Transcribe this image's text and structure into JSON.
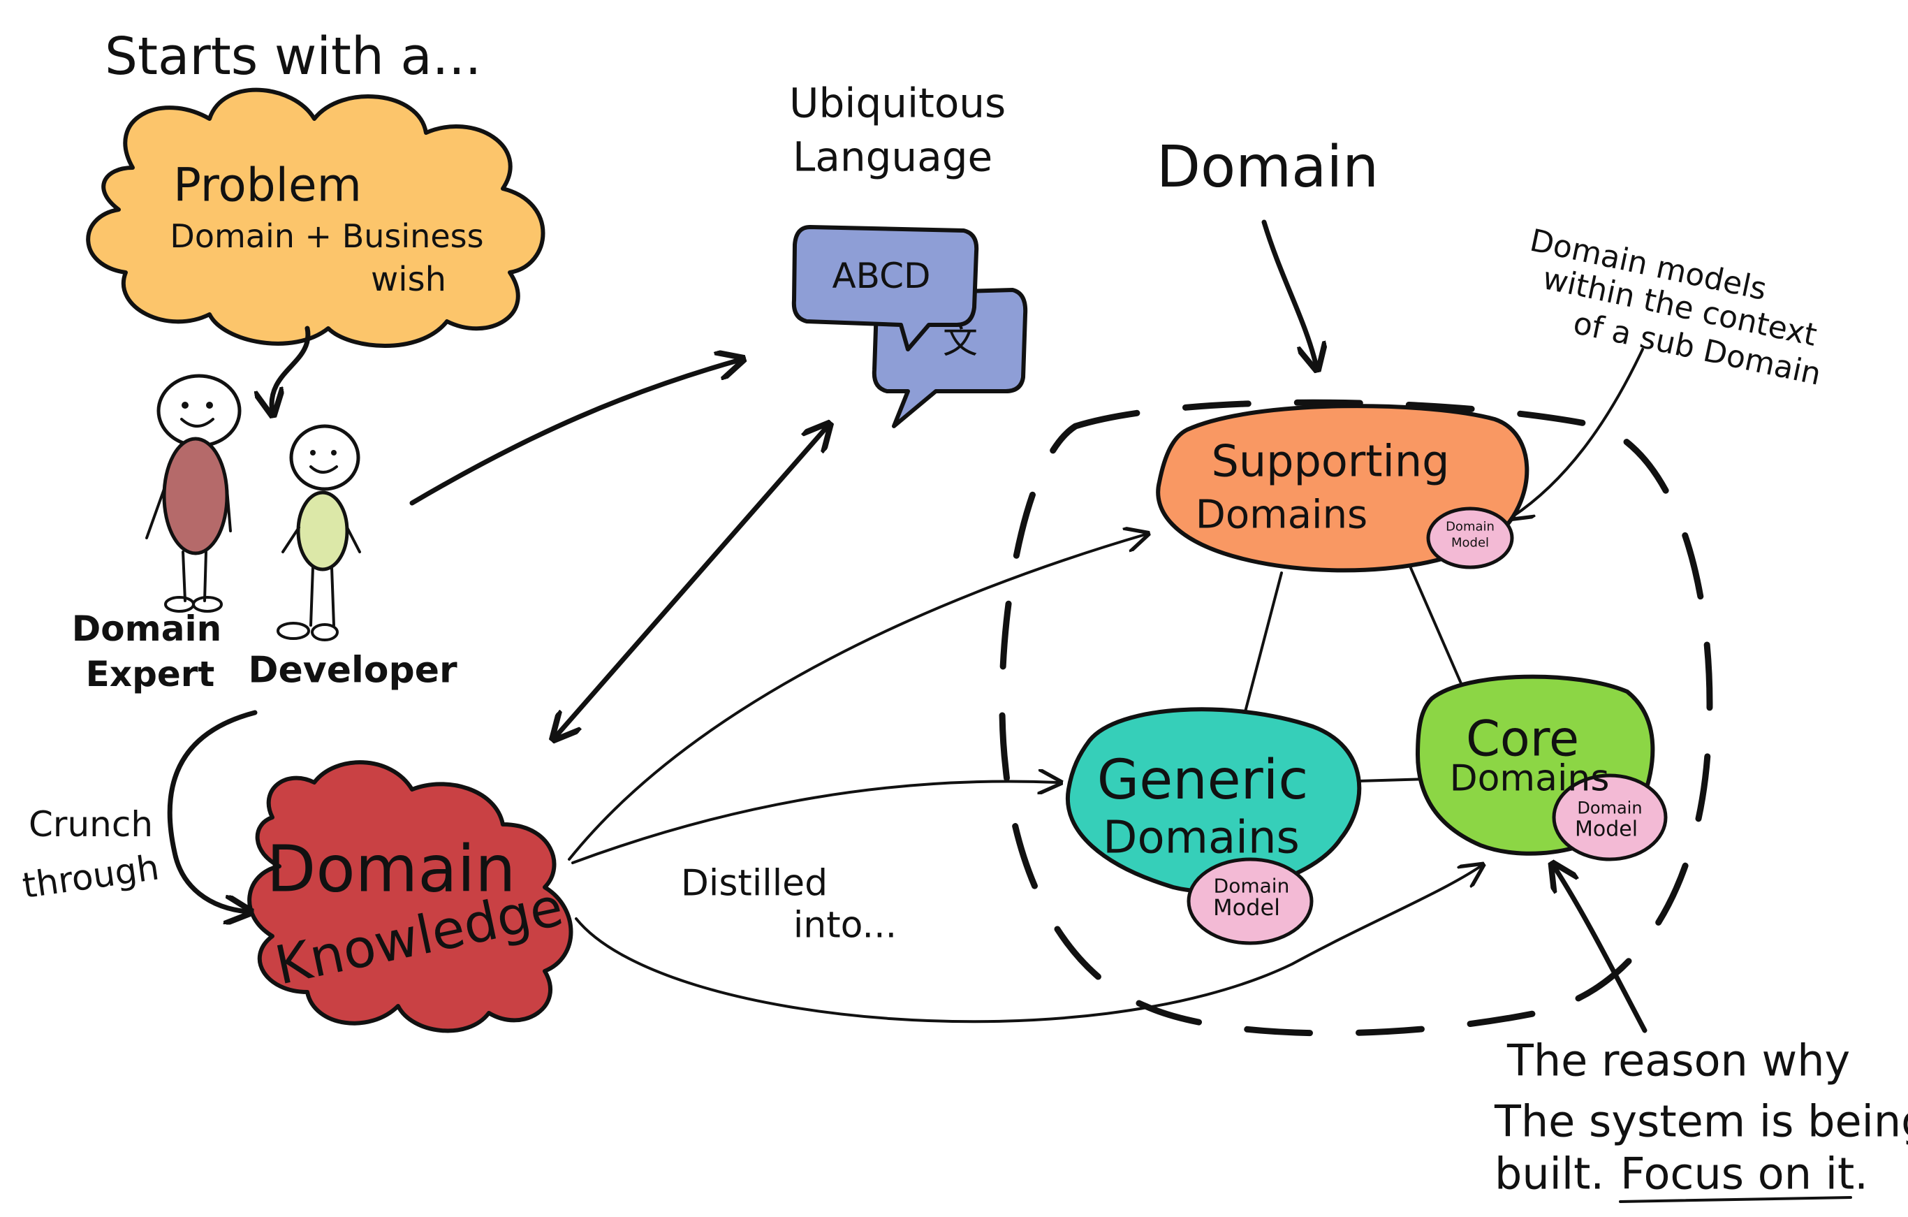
{
  "heading": "Starts with a...",
  "problem_cloud": {
    "title": "Problem",
    "line1": "Domain + Business",
    "line2": "wish"
  },
  "people": {
    "domain_expert": [
      "Domain",
      "Expert"
    ],
    "developer": "Developer"
  },
  "ubiquitous_language": {
    "label": [
      "Ubiquitous",
      "Language"
    ],
    "bubble_text": "ABCD",
    "bubble_glyph": "文"
  },
  "domain_label": "Domain",
  "annotation_top_right": [
    "Domain models",
    "within the context",
    "of a sub Domain"
  ],
  "crunch_label": [
    "Crunch",
    "through"
  ],
  "domain_knowledge": [
    "Domain",
    "Knowledge"
  ],
  "distilled_label": [
    "Distilled",
    "into..."
  ],
  "subdomains": {
    "supporting": [
      "Supporting",
      "Domains"
    ],
    "generic": [
      "Generic",
      "Domains"
    ],
    "core": [
      "Core",
      "Domains"
    ]
  },
  "domain_model_badge": [
    "Domain",
    "Model"
  ],
  "core_note": {
    "line1": "The reason why",
    "line2": "The system is being",
    "line3_plain": "built.",
    "line3_emph": "Focus on it."
  },
  "colors": {
    "problem": "#FCC56B",
    "speech_bubbles": "#8E9ED6",
    "domain_knowledge": "#C94144",
    "supporting": "#F99863",
    "generic": "#36CFB9",
    "core": "#8CD645",
    "domain_model_badge": "#F3BAD5",
    "expert_body": "#B56A6A",
    "developer_body": "#DCE8A8"
  }
}
